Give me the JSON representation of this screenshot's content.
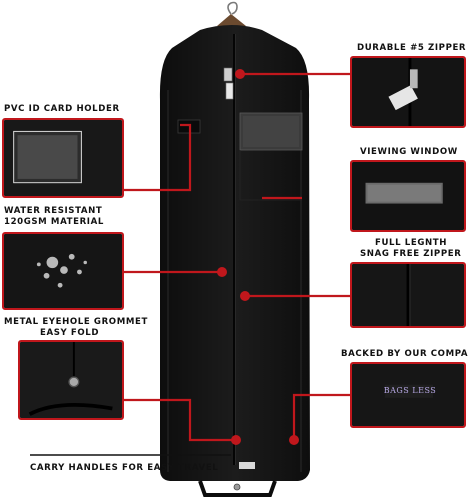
{
  "colors": {
    "accent": "#c0171c",
    "bag": "#141414",
    "background": "#ffffff"
  },
  "product": {
    "name": "garment-bag",
    "brand_tag": "BAGS LESS"
  },
  "callouts": [
    {
      "id": "zipper",
      "text": "DURABLE #5 ZIPPER"
    },
    {
      "id": "id-holder",
      "text": "PVC ID CARD HOLDER"
    },
    {
      "id": "window",
      "text": "VIEWING WINDOW"
    },
    {
      "id": "material",
      "line1": "WATER RESISTANT",
      "line2": "120GSM MATERIAL"
    },
    {
      "id": "full-zip",
      "line1": "FULL LEGNTH",
      "line2": "SNAG FREE ZIPPER"
    },
    {
      "id": "grommet",
      "line1": "METAL EYEHOLE GROMMET",
      "line2": "EASY FOLD"
    },
    {
      "id": "company",
      "text": "BACKED BY OUR COMPANY"
    },
    {
      "id": "handles",
      "text": "CARRY HANDLES FOR EASY TRAVEL"
    }
  ],
  "icons": [
    "hanger-icon",
    "zipper-pull-icon",
    "callout-dot-icon"
  ]
}
